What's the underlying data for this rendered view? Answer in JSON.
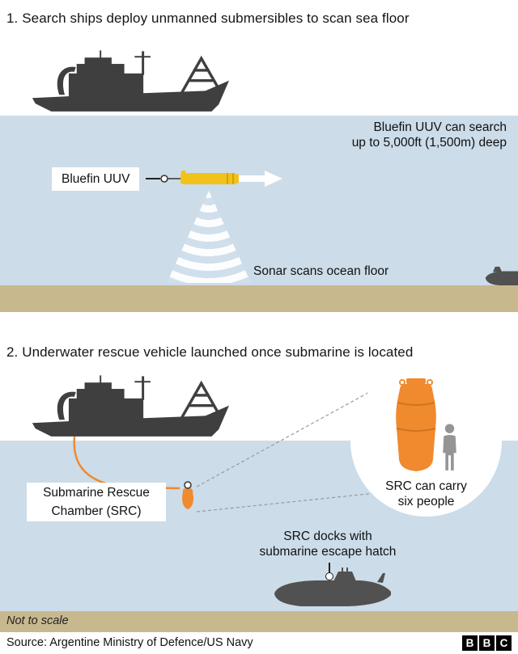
{
  "colors": {
    "water": "#ccdce9",
    "seafloor": "#c8b88e",
    "ship": "#3f3f3f",
    "submarine": "#515151",
    "uuv": "#f2c21a",
    "src": "#f08a2e"
  },
  "section1": {
    "title": "1. Search ships deploy unmanned submersibles to scan sea floor",
    "depth_note_line1": "Bluefin UUV can search",
    "depth_note_line2": "up to 5,000ft (1,500m) deep",
    "uuv_label": "Bluefin UUV",
    "sonar_caption": "Sonar scans ocean floor"
  },
  "section2": {
    "title": "2. Underwater rescue vehicle launched once submarine is located",
    "src_label_line1": "Submarine Rescue",
    "src_label_line2": "Chamber (SRC)",
    "magnifier_caption_line1": "SRC can carry",
    "magnifier_caption_line2": "six people",
    "dock_caption_line1": "SRC docks with",
    "dock_caption_line2": "submarine escape hatch"
  },
  "footer": {
    "scale_note": "Not to scale",
    "source": "Source: Argentine Ministry of Defence/US Navy",
    "bbc_letters": [
      "B",
      "B",
      "C"
    ]
  }
}
